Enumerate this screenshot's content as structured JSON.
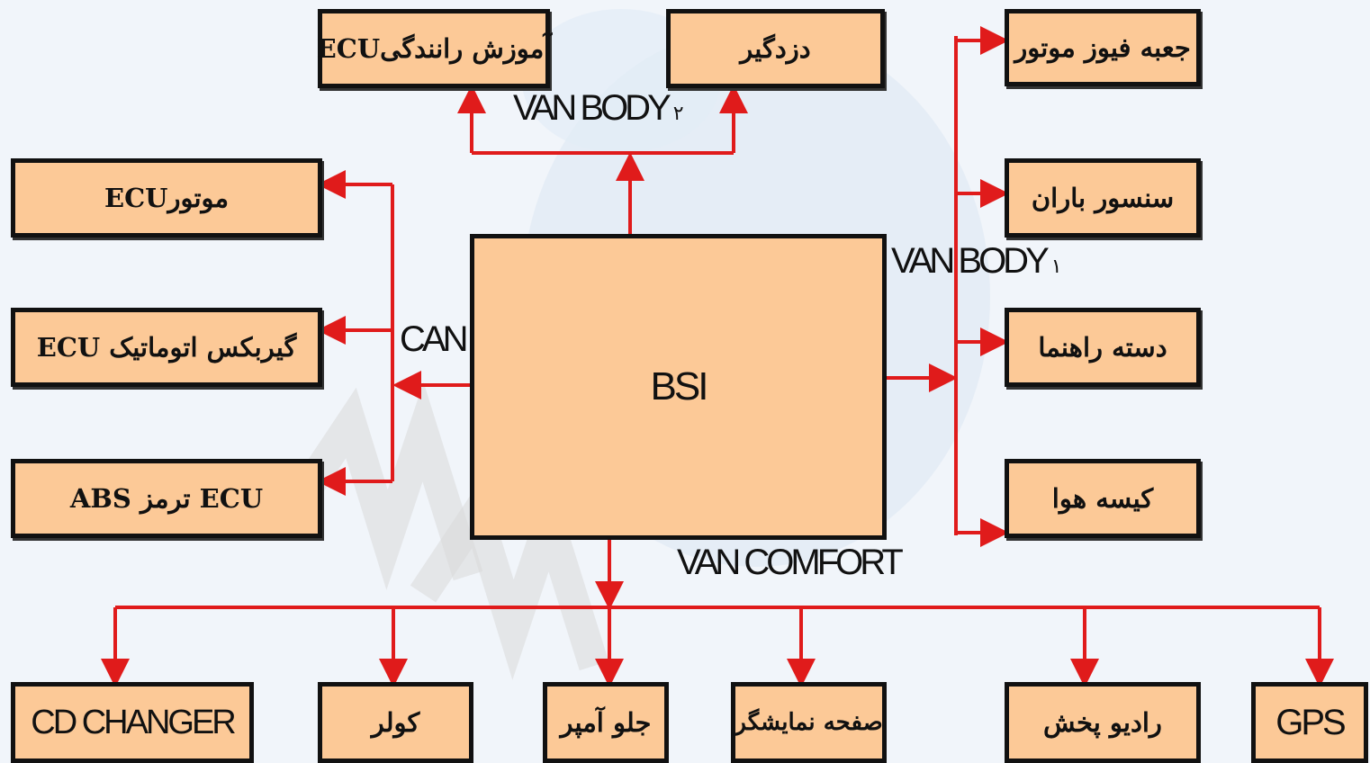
{
  "colors": {
    "box_fill": "#fcc997",
    "box_border": "#111111",
    "connector": "#e01b1b",
    "background": "#f1f5fa"
  },
  "center": {
    "label": "BSI"
  },
  "buses": {
    "can": "CAN",
    "van_body_1": {
      "label": "VAN BODY",
      "number": "۱"
    },
    "van_body_2": {
      "label": "VAN BODY",
      "number": "۲"
    },
    "van_comfort": "VAN COMFORT"
  },
  "top_modules": [
    {
      "label": "آموزش رانندگیECU"
    },
    {
      "label": "دزدگیر"
    }
  ],
  "left_modules": [
    {
      "label": "موتورECU"
    },
    {
      "label": "گیربکس اتوماتیک ECU"
    },
    {
      "label": "ABS ترمز ECU"
    }
  ],
  "right_modules": [
    {
      "label": "جعبه فیوز موتور"
    },
    {
      "label": "سنسور باران"
    },
    {
      "label": "دسته راهنما"
    },
    {
      "label": "کیسه هوا"
    }
  ],
  "bottom_modules": [
    {
      "label": "CD CHANGER"
    },
    {
      "label": "کولر"
    },
    {
      "label": "جلو آمپر"
    },
    {
      "label": "صفحه نمایشگر"
    },
    {
      "label": "رادیو پخش"
    },
    {
      "label": "GPS"
    }
  ]
}
